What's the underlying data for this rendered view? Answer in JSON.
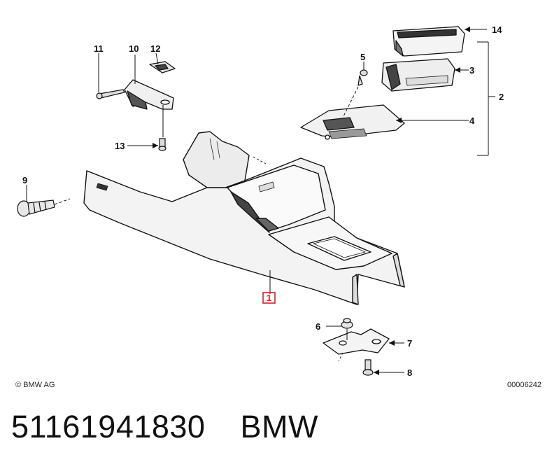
{
  "callouts": {
    "c1": "1",
    "c2": "2",
    "c3": "3",
    "c4": "4",
    "c5": "5",
    "c6": "6",
    "c7": "7",
    "c8": "8",
    "c9": "9",
    "c10": "10",
    "c11": "11",
    "c12": "12",
    "c13": "13",
    "c14": "14"
  },
  "highlighted_callout": "1",
  "copyright": "© BMW AG",
  "image_code": "00006242",
  "part_number": "51161941830",
  "brand": "BMW",
  "colors": {
    "line": "#111111",
    "highlight": "#c62828",
    "fill_light": "#f1f1f1",
    "fill_mid": "#d9d9d9",
    "fill_dark": "#555555"
  }
}
